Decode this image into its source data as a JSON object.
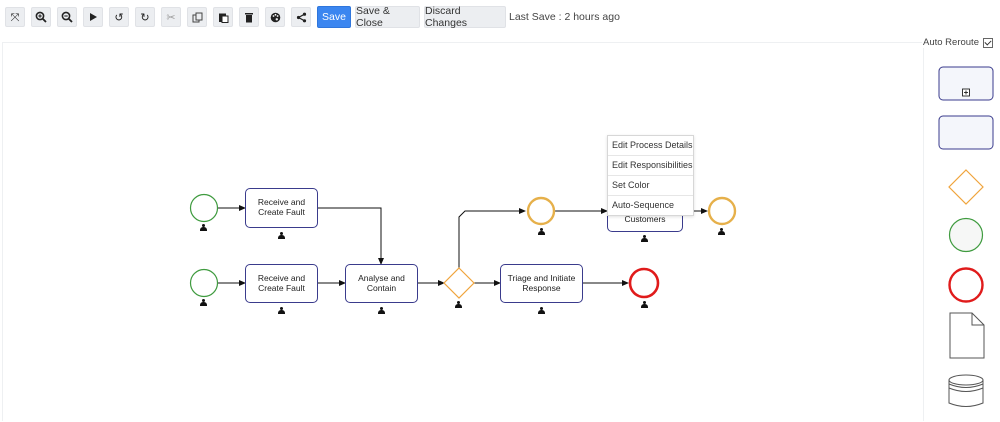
{
  "toolbar": {
    "icons": [
      "fit-screen-icon",
      "zoom-in-icon",
      "zoom-out-icon",
      "play-icon",
      "undo-icon",
      "redo-icon",
      "cut-icon",
      "copy-icon",
      "paste-icon",
      "delete-icon",
      "color-palette-icon",
      "share-icon"
    ],
    "save_label": "Save",
    "save_close_label": "Save & Close",
    "discard_label": "Discard Changes",
    "last_save": "Last Save : 2 hours ago"
  },
  "palette": {
    "auto_reroute_label": "Auto Reroute",
    "auto_reroute_checked": true
  },
  "diagram": {
    "tasks": {
      "receive_top": "Receive and Create Fault",
      "receive_bottom": "Receive and Create Fault",
      "analyse": "Analyse and Contain",
      "triage": "Triage and Initiate Response",
      "customers": "Customers"
    }
  },
  "context_menu": {
    "items": [
      "Edit Process Details",
      "Edit Responsibilities",
      "Set Color",
      "Auto-Sequence"
    ]
  },
  "colors": {
    "accent": "#3b86f0",
    "task_border": "#3a3b8c",
    "start_event": "#3f9b3f",
    "intermediate_event": "#e6b04a",
    "end_event": "#e01b1b",
    "gateway": "#f0a43c"
  }
}
